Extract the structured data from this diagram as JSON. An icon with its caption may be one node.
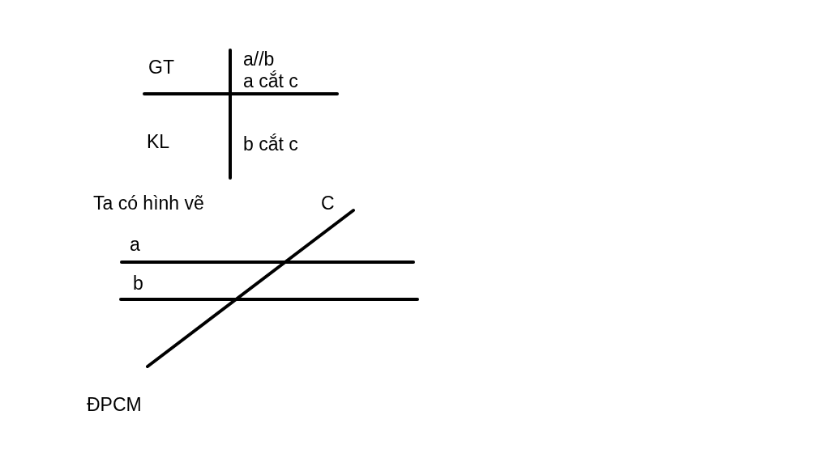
{
  "diagram": {
    "labels": [
      "GT",
      "a//b",
      "a cắt c",
      "KL",
      "b cắt c",
      "Ta có hình vẽ",
      "C",
      "a",
      "b",
      "ĐPCM"
    ]
  }
}
